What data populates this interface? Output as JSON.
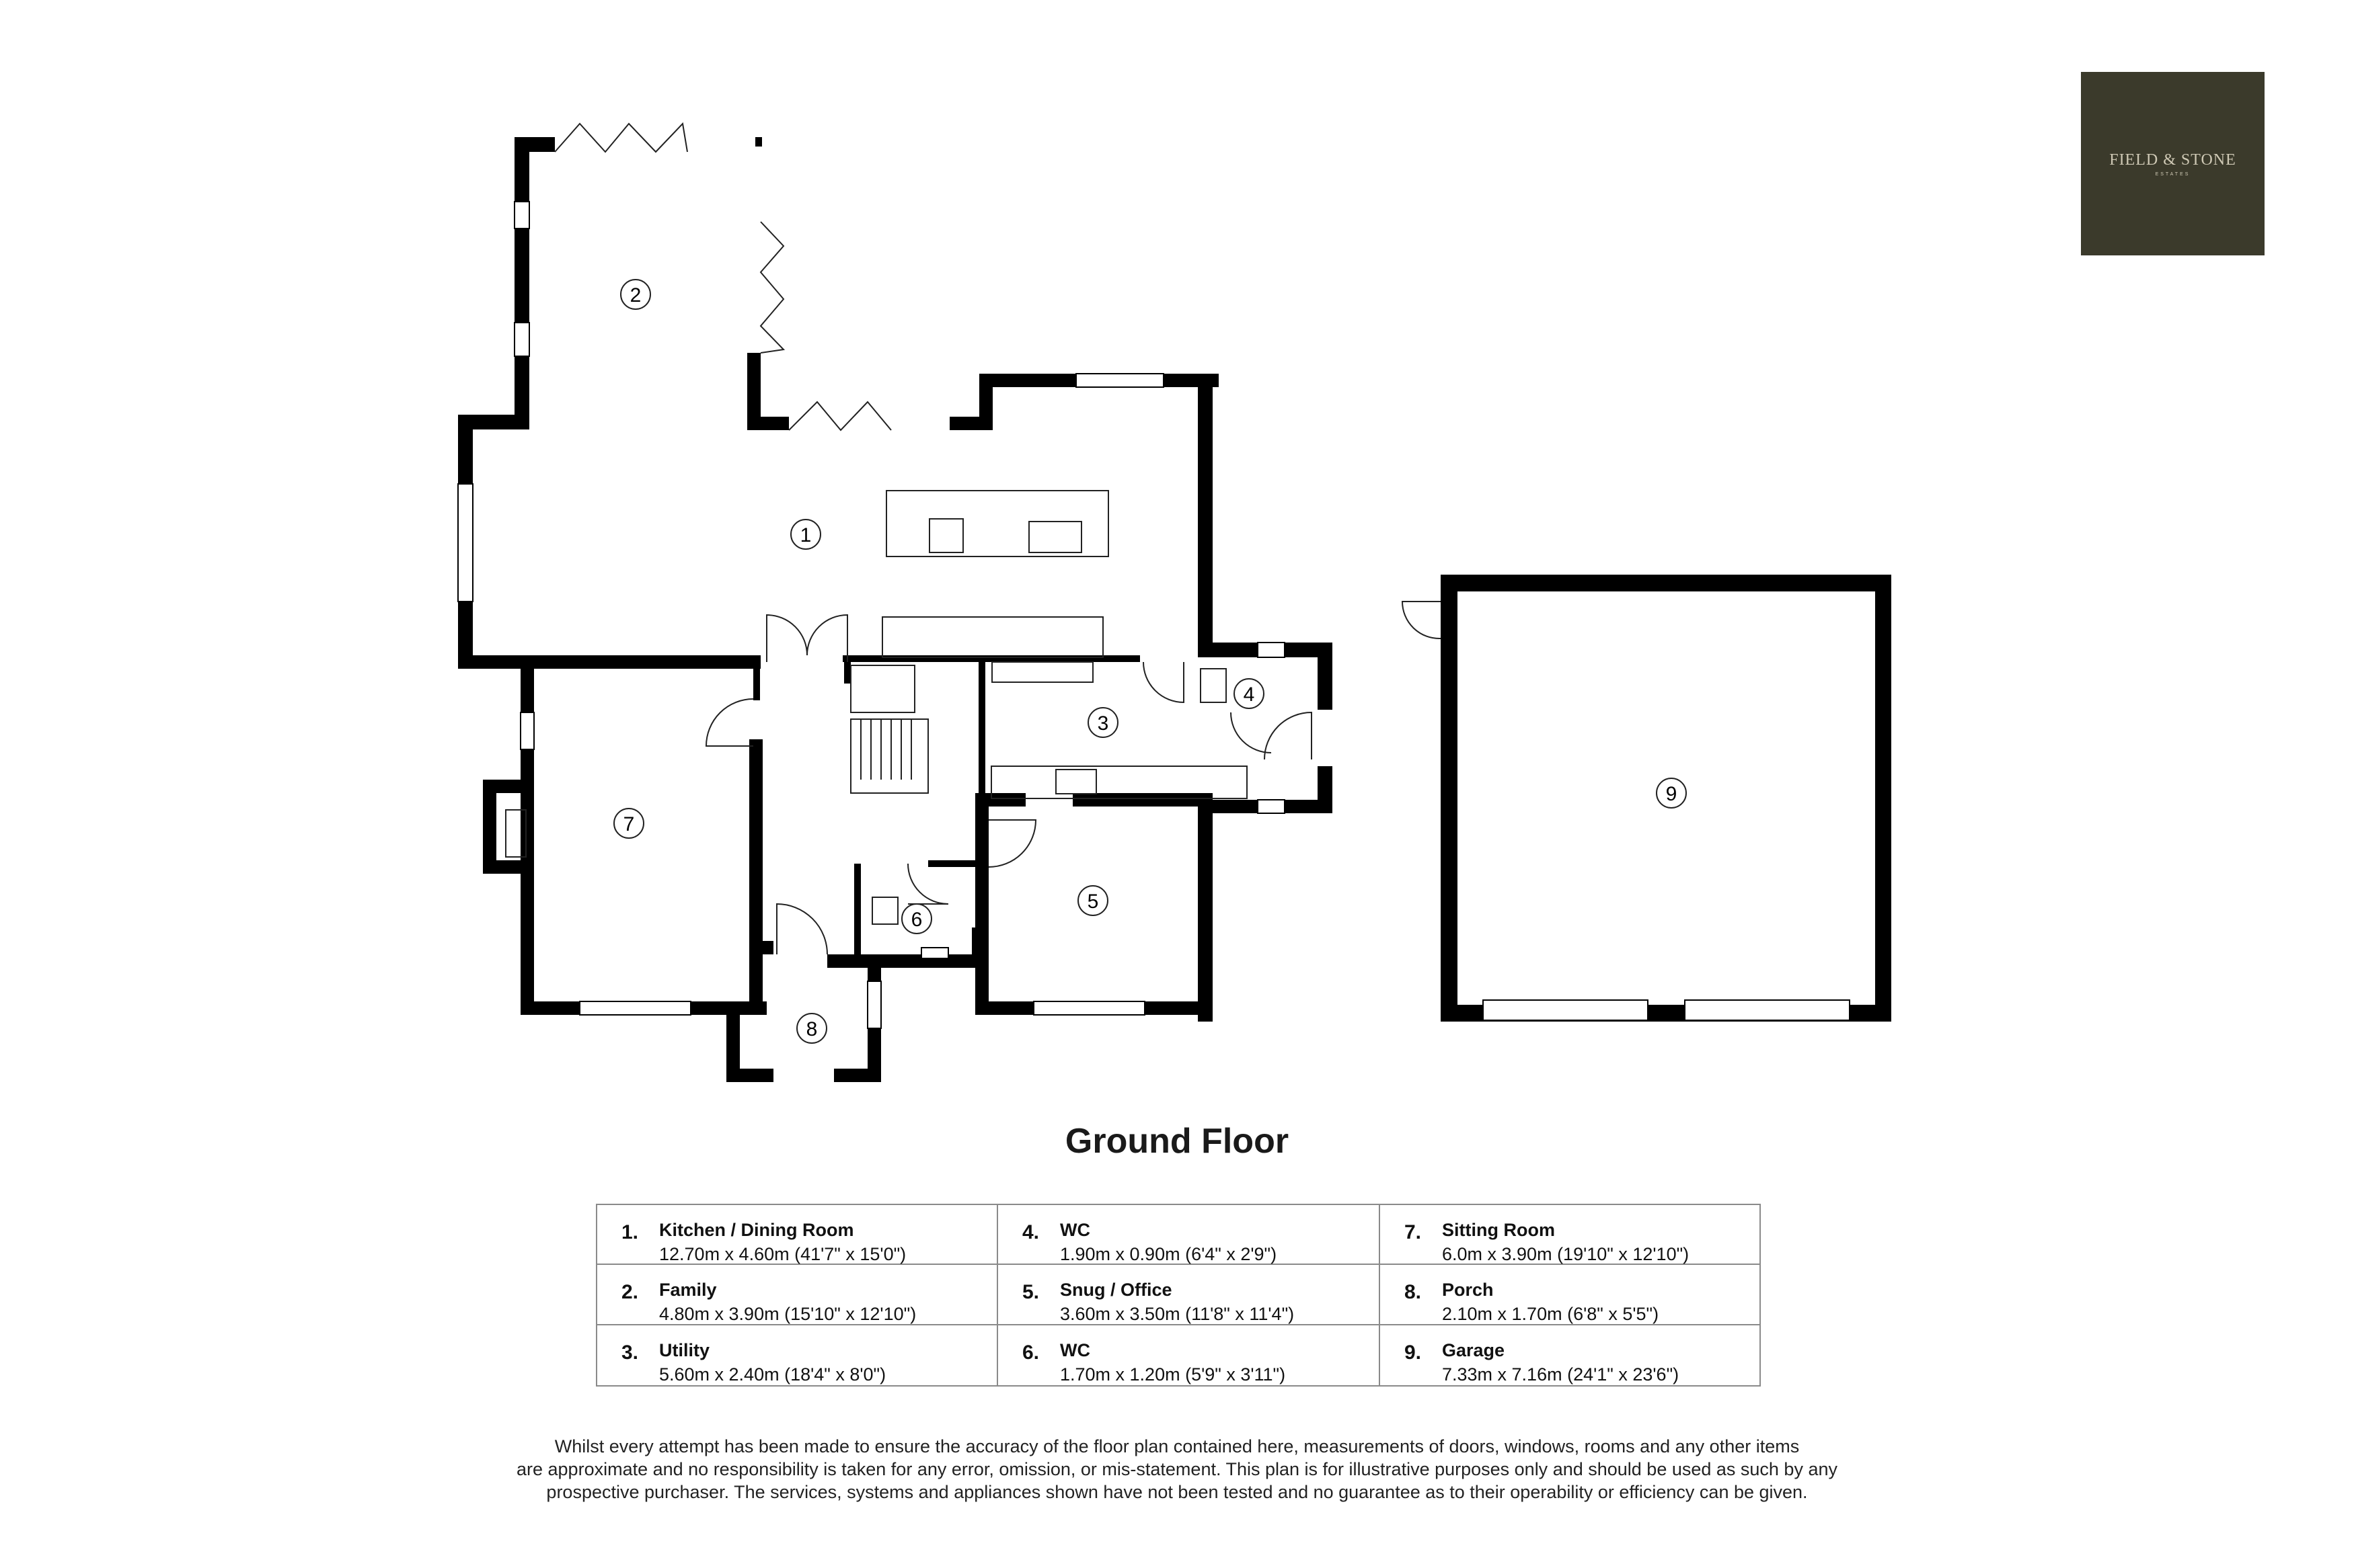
{
  "brand": {
    "name": "FIELD & STONE",
    "sub": "ESTATES",
    "color": "#3b3a2b",
    "text_color": "#cfc9b5"
  },
  "plan_title": "Ground Floor",
  "markers": [
    "1",
    "2",
    "3",
    "4",
    "5",
    "6",
    "7",
    "8",
    "9"
  ],
  "rooms": [
    {
      "num": "1.",
      "name": "Kitchen / Dining Room",
      "dims": "12.70m x 4.60m (41'7\" x 15'0\")"
    },
    {
      "num": "4.",
      "name": "WC",
      "dims": "1.90m x 0.90m (6'4\" x 2'9\")"
    },
    {
      "num": "7.",
      "name": "Sitting Room",
      "dims": "6.0m x 3.90m (19'10\" x 12'10\")"
    },
    {
      "num": "2.",
      "name": "Family",
      "dims": "4.80m x 3.90m (15'10\" x 12'10\")"
    },
    {
      "num": "5.",
      "name": "Snug / Office",
      "dims": "3.60m x 3.50m (11'8\" x 11'4\")"
    },
    {
      "num": "8.",
      "name": "Porch",
      "dims": "2.10m x 1.70m (6'8\" x 5'5\")"
    },
    {
      "num": "3.",
      "name": "Utility",
      "dims": "5.60m x 2.40m (18'4\" x 8'0\")"
    },
    {
      "num": "6.",
      "name": "WC",
      "dims": "1.70m x 1.20m (5'9\" x 3'11\")"
    },
    {
      "num": "9.",
      "name": "Garage",
      "dims": "7.33m x 7.16m (24'1\" x 23'6\")"
    }
  ],
  "disclaimer": [
    "Whilst every attempt has been made to ensure the accuracy of the floor plan contained here, measurements of doors, windows, rooms and any other items",
    "are approximate and no responsibility is taken for any error, omission, or mis-statement. This plan is for illustrative purposes only and should be used as such by any",
    "prospective purchaser. The services, systems and appliances shown have not been tested and no guarantee as to their operability or efficiency can be given."
  ],
  "colors": {
    "wall": "#000000",
    "line": "#222222",
    "table_border": "#8a8a8a"
  }
}
